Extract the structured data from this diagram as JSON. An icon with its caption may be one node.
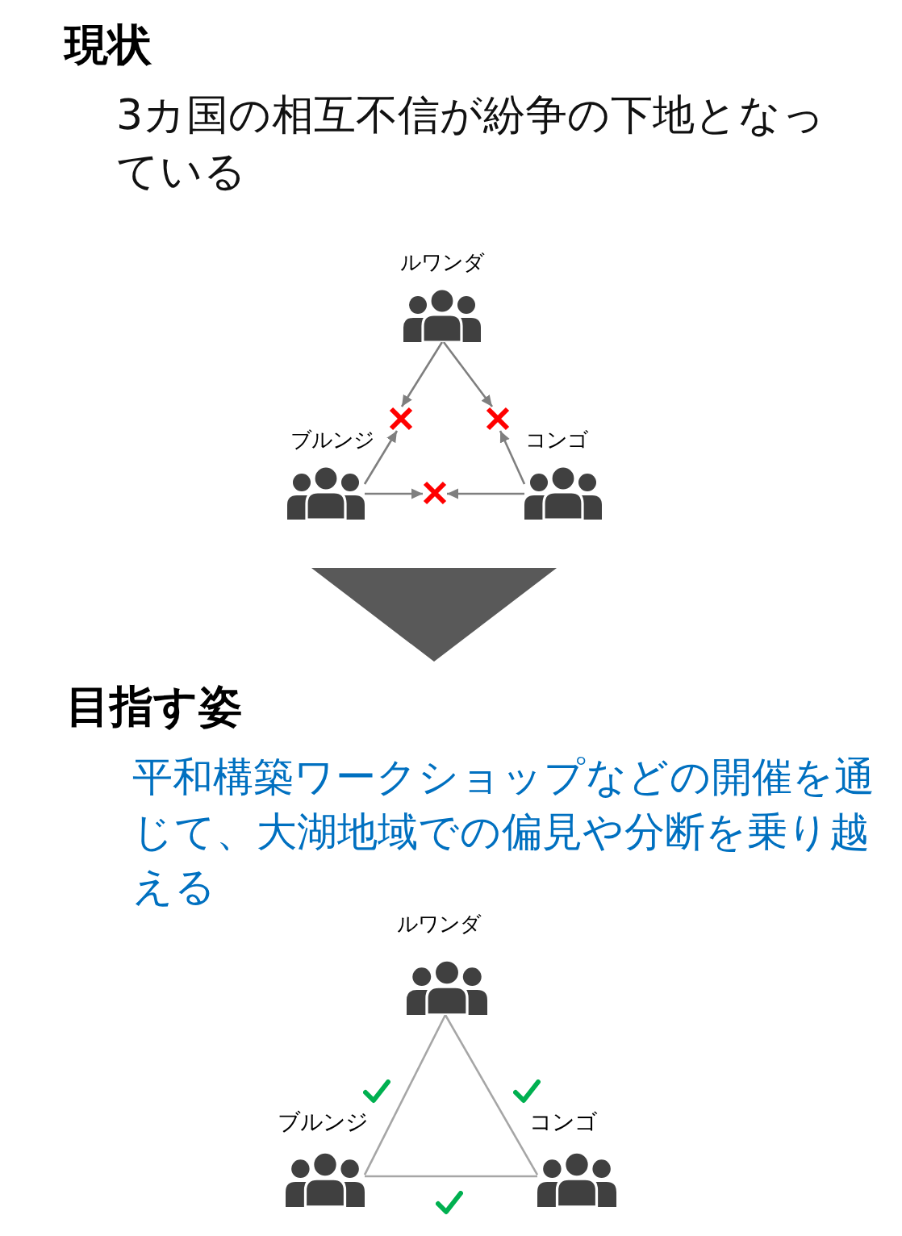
{
  "diagram": {
    "nodes": [
      {
        "text": [],
        "shape": "person",
        "beside": [
          "ルワンダ"
        ]
      },
      {
        "text": [],
        "shape": "cross"
      },
      {
        "text": [],
        "shape": "cross"
      },
      {
        "text": [],
        "shape": "person",
        "beside": [
          "ブルンジ"
        ]
      },
      {
        "text": [],
        "shape": "person",
        "beside": [
          "コンゴ"
        ]
      },
      {
        "text": [],
        "shape": "cross"
      },
      {
        "text": [],
        "shape": "person",
        "beside": [
          "ルワンダ"
        ]
      },
      {
        "text": [],
        "shape": "person",
        "beside": [
          "ブルンジ"
        ]
      },
      {
        "text": [],
        "shape": "person",
        "beside": [
          "コンゴ"
        ]
      }
    ],
    "edges": [
      {
        "from": 0,
        "to": 1,
        "arrow": "to"
      },
      {
        "from": 0,
        "to": 2,
        "arrow": "to"
      },
      {
        "from": 3,
        "to": 1,
        "arrow": "to"
      },
      {
        "from": 3,
        "to": 5,
        "arrow": "to"
      },
      {
        "from": 4,
        "to": 2,
        "arrow": "to"
      },
      {
        "from": 4,
        "to": 5,
        "arrow": "to"
      },
      {
        "from": 6,
        "to": 7,
        "arrow": "none"
      },
      {
        "from": 6,
        "to": 8,
        "arrow": "none"
      },
      {
        "from": 7,
        "to": 8,
        "arrow": "none"
      }
    ],
    "labels": [
      "現状",
      "3カ国の相互不信が紛争の下地となっている",
      "目指す姿",
      "平和構築ワークショップなどの開催を通じて、大湖地域での偏見や分断を乗り越える"
    ]
  }
}
